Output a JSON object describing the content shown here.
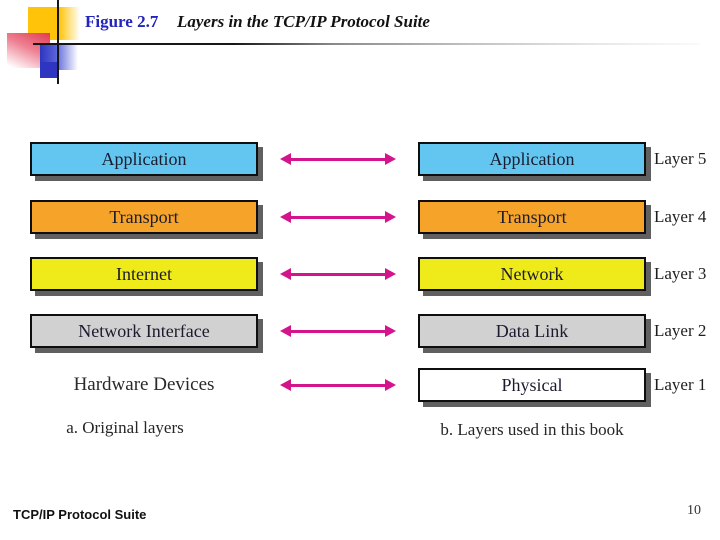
{
  "slide": {
    "figure_label": "Figure 2.7",
    "figure_title": "Layers in the TCP/IP Protocol Suite"
  },
  "diagram": {
    "left_column": {
      "boxes": [
        {
          "label": "Application",
          "color": "#63C6F0"
        },
        {
          "label": "Transport",
          "color": "#F5A329"
        },
        {
          "label": "Internet",
          "color": "#EFEB1B"
        },
        {
          "label": "Network Interface",
          "color": "#D1D1D1"
        }
      ],
      "plain_label": "Hardware Devices",
      "caption": "a. Original layers"
    },
    "right_column": {
      "boxes": [
        {
          "label": "Application",
          "color": "#63C6F0",
          "layer_label": "Layer 5"
        },
        {
          "label": "Transport",
          "color": "#F5A329",
          "layer_label": "Layer 4"
        },
        {
          "label": "Network",
          "color": "#EFEB1B",
          "layer_label": "Layer 3"
        },
        {
          "label": "Data Link",
          "color": "#D1D1D1",
          "layer_label": "Layer 2"
        },
        {
          "label": "Physical",
          "color": "#FFFFFF",
          "layer_label": "Layer 1"
        }
      ],
      "caption": "b. Layers used in this book"
    },
    "arrow_color": "#D4148C"
  },
  "footer": {
    "book_title": "TCP/IP Protocol Suite",
    "page_number": "10"
  },
  "colors": {
    "figure_label_blue": "#2323BE"
  }
}
